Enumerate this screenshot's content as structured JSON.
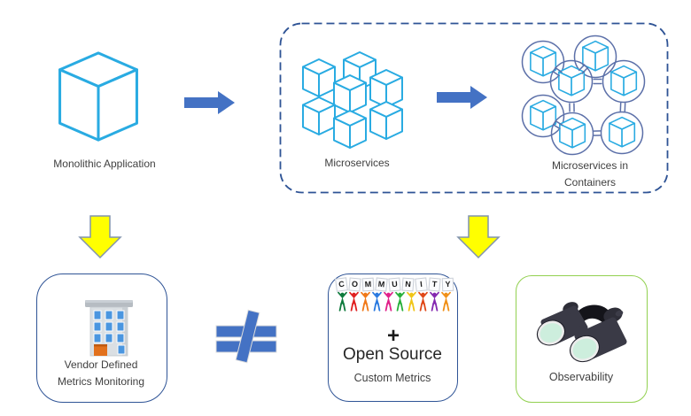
{
  "diagram": {
    "top_row": {
      "monolith": {
        "label": "Monolithic Application",
        "icon": "cube-outline-icon"
      },
      "arrow1": {
        "icon": "right-arrow-icon"
      },
      "microservices": {
        "label": "Microservices",
        "icon": "cube-cluster-icon",
        "cube_count": 7
      },
      "arrow2": {
        "icon": "right-arrow-icon"
      },
      "containers": {
        "label_line1": "Microservices in",
        "label_line2": "Containers",
        "icon": "cubes-in-circles-icon",
        "container_count": 7
      }
    },
    "transition_arrows": {
      "left_icon": "down-arrow-icon",
      "right_icon": "down-arrow-icon"
    },
    "bottom_row": {
      "vendor": {
        "label_line1": "Vendor Defined",
        "label_line2": "Metrics Monitoring",
        "icon": "office-building-icon"
      },
      "not_equal": {
        "icon": "not-equal-icon"
      },
      "community": {
        "banner_word": "COMMUNITY",
        "plus_sign": "+",
        "title": "Open Source",
        "subtitle": "Custom Metrics",
        "icon": "community-people-icon"
      },
      "observability": {
        "label": "Observability",
        "icon": "binoculars-icon"
      }
    },
    "colors": {
      "cube_stroke": "#29ABE2",
      "container_circle": "#5B6FA8",
      "arrow_blue": "#4472C4",
      "dashed_border": "#2E5395",
      "yellow_arrow": "#FFFF00",
      "yellow_arrow_stroke": "#8193AD",
      "vendor_border": "#2F5496",
      "community_border": "#2F5496",
      "observability_border": "#92D050",
      "text": "#404040",
      "figure_colors": [
        "#0E7A3C",
        "#E02020",
        "#F07818",
        "#2A7AE0",
        "#E0218A",
        "#28B03C",
        "#F0C518",
        "#E04818",
        "#8428B0",
        "#F09018"
      ]
    }
  }
}
